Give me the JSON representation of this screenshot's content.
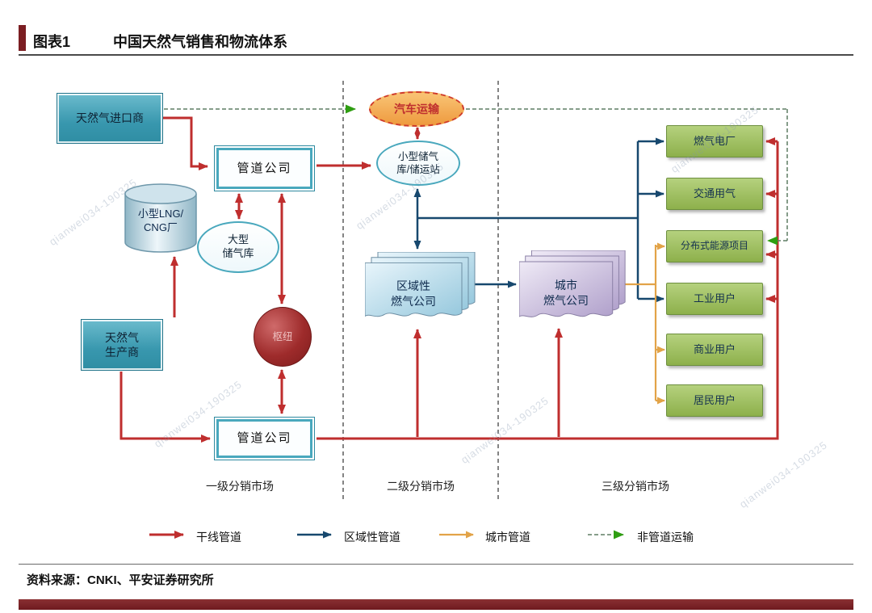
{
  "header": {
    "tag": "图表1",
    "title": "中国天然气销售和物流体系"
  },
  "nodes": {
    "importer": {
      "label": "天然气进口商"
    },
    "pipeline_top": {
      "label": "管道公司"
    },
    "lng_plant": {
      "line1": "小型LNG/",
      "line2": "CNG厂"
    },
    "large_storage": {
      "line1": "大型",
      "line2": "储气库"
    },
    "hub": {
      "label": "枢纽"
    },
    "producer": {
      "line1": "天然气",
      "line2": "生产商"
    },
    "pipeline_bottom": {
      "label": "管道公司"
    },
    "truck": {
      "label": "汽车运输"
    },
    "small_storage": {
      "line1": "小型储气",
      "line2": "库/储运站"
    },
    "regional": {
      "line1": "区域性",
      "line2": "燃气公司"
    },
    "city": {
      "line1": "城市",
      "line2": "燃气公司"
    }
  },
  "users": [
    {
      "label": "燃气电厂"
    },
    {
      "label": "交通用气"
    },
    {
      "label": "分布式能源项目"
    },
    {
      "label": "工业用户"
    },
    {
      "label": "商业用户"
    },
    {
      "label": "居民用户"
    }
  ],
  "markets": [
    {
      "label": "一级分销市场"
    },
    {
      "label": "二级分销市场"
    },
    {
      "label": "三级分销市场"
    }
  ],
  "legend": [
    {
      "label": "干线管道",
      "type": "trunk"
    },
    {
      "label": "区域性管道",
      "type": "regional"
    },
    {
      "label": "城市管道",
      "type": "city"
    },
    {
      "label": "非管道运输",
      "type": "non-pipeline"
    }
  ],
  "source": "资料来源：CNKI、平安证券研究所",
  "watermark": "qianwei034-190325",
  "colors": {
    "trunk_red": "#bf2e2e",
    "regional_blue": "#17486e",
    "city_orange": "#e2a348",
    "non_pipeline_green": "#2f9e12",
    "teal_box": "#3897ae",
    "user_green": "#8db04b",
    "maroon": "#7b1e22"
  }
}
